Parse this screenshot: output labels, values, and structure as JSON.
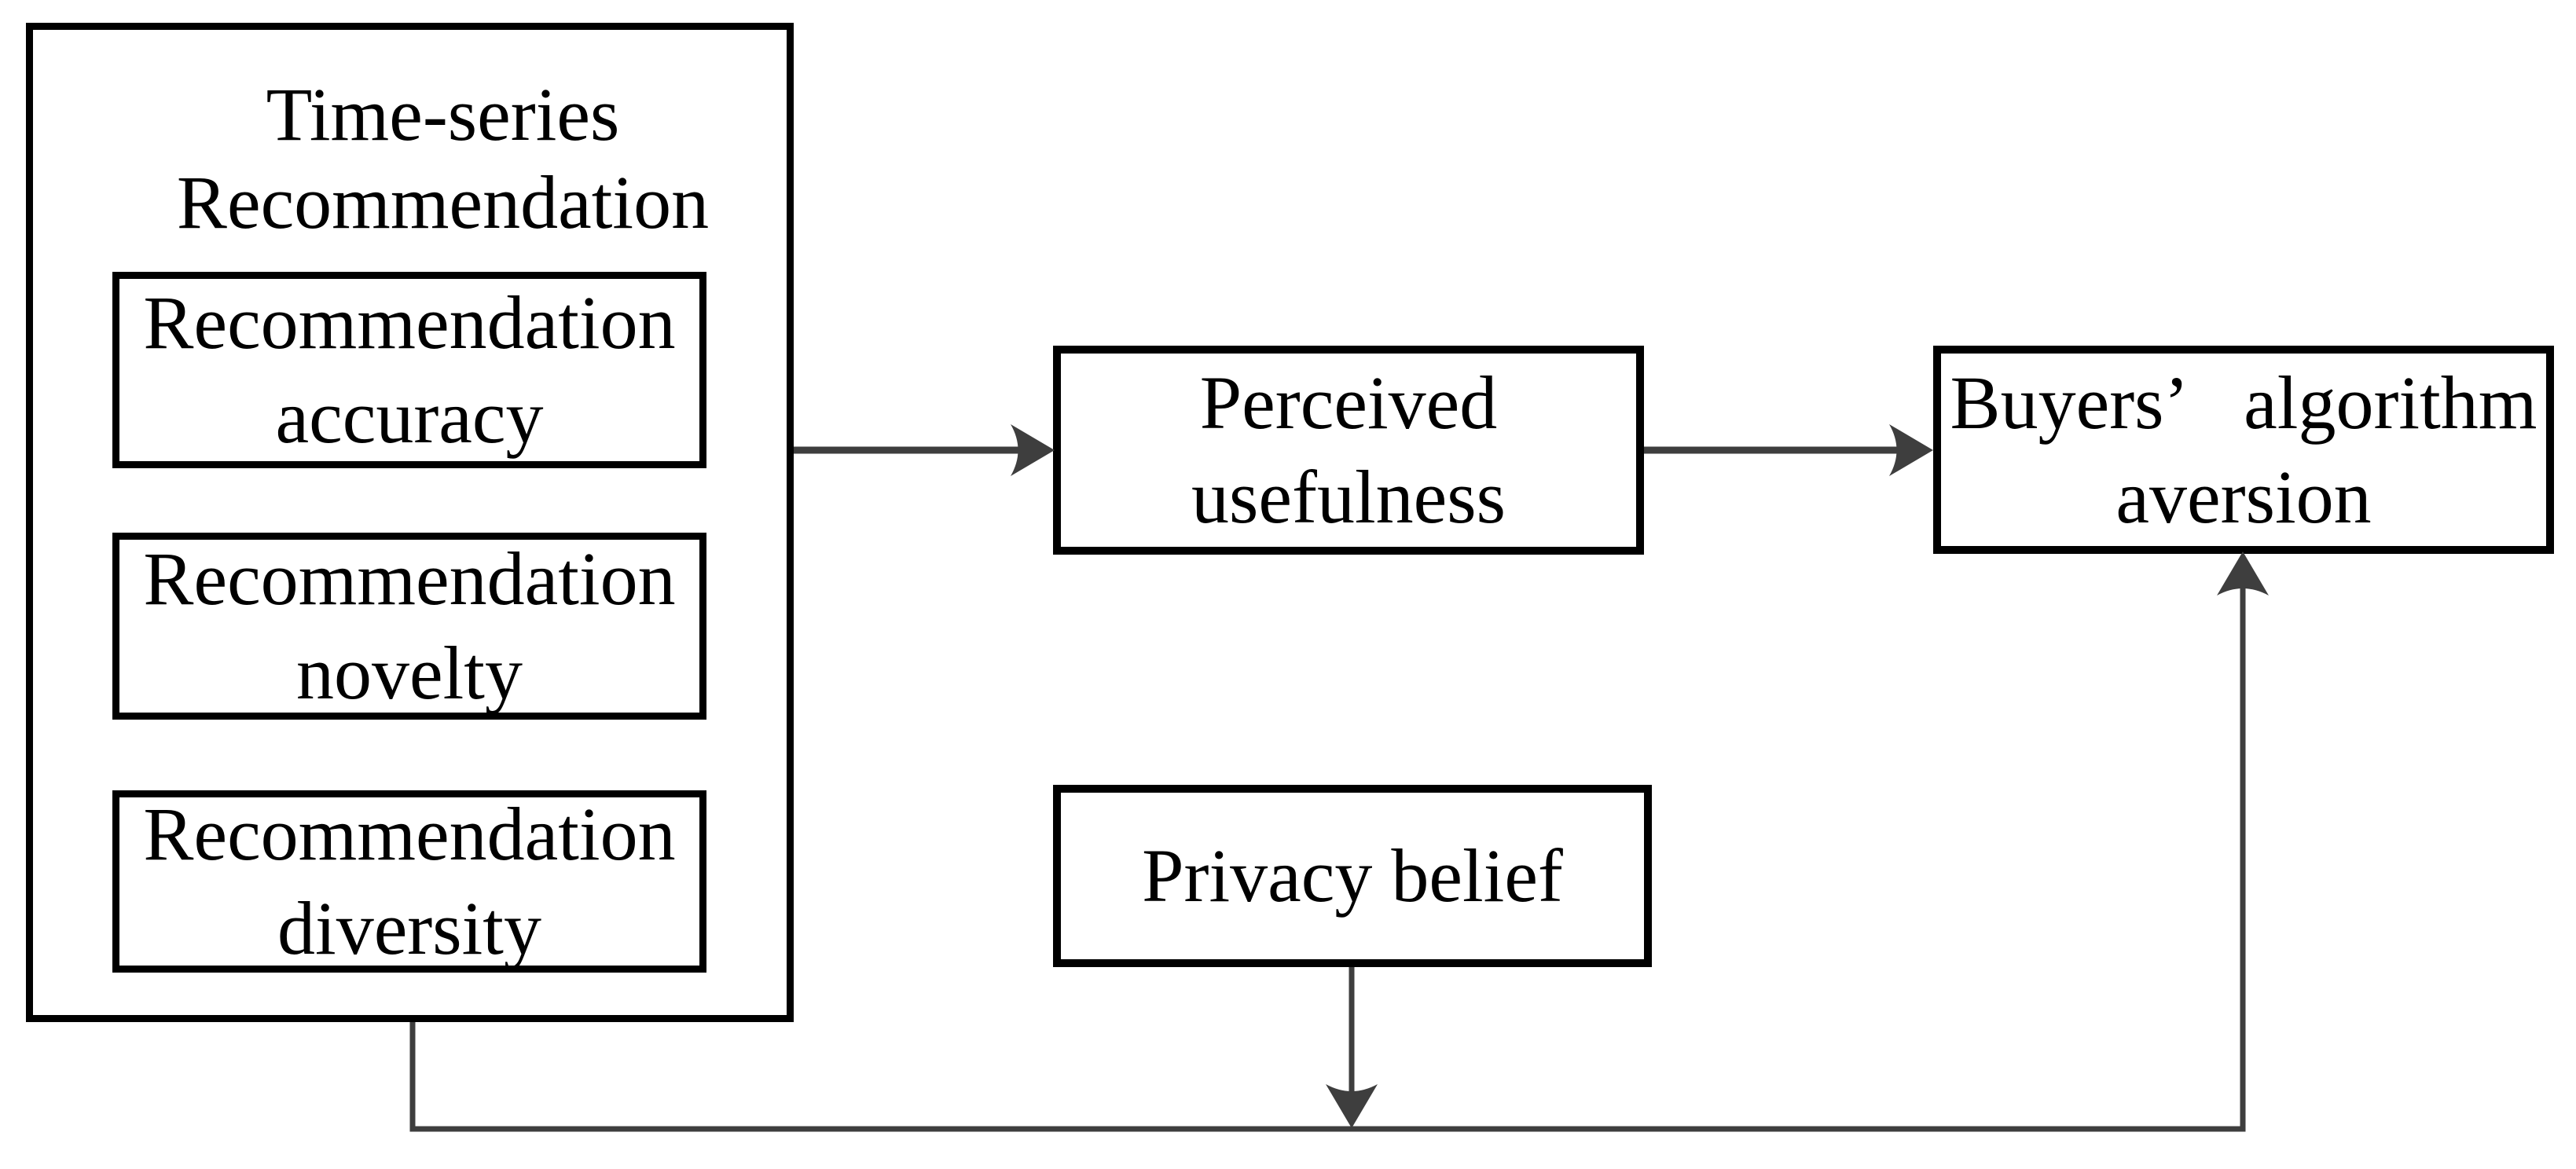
{
  "diagram": {
    "background_color": "#ffffff",
    "box_border_color": "#000000",
    "arrow_color": "#3e3e3e",
    "nodes": {
      "time_series_recommendation": {
        "role": "container",
        "lines": [
          "Time-series",
          "Recommendation"
        ]
      },
      "recommendation_accuracy": {
        "role": "sub-dimension",
        "lines": [
          "Recommendation",
          "accuracy"
        ]
      },
      "recommendation_novelty": {
        "role": "sub-dimension",
        "lines": [
          "Recommendation",
          "novelty"
        ]
      },
      "recommendation_diversity": {
        "role": "sub-dimension",
        "lines": [
          "Recommendation",
          "diversity"
        ]
      },
      "perceived_usefulness": {
        "role": "mediator",
        "lines": [
          "Perceived",
          "usefulness"
        ]
      },
      "buyers_algorithm_aversion": {
        "role": "outcome",
        "lines": [
          "Buyers’ algorithm",
          "aversion"
        ]
      },
      "privacy_belief": {
        "role": "moderator",
        "lines": [
          "Privacy belief"
        ]
      }
    },
    "edges": [
      {
        "from": "time_series_recommendation",
        "to": "perceived_usefulness",
        "style": "straight-arrow"
      },
      {
        "from": "perceived_usefulness",
        "to": "buyers_algorithm_aversion",
        "style": "straight-arrow"
      },
      {
        "from": "time_series_recommendation",
        "to": "buyers_algorithm_aversion",
        "style": "elbow-arrow-bottom"
      },
      {
        "from": "privacy_belief",
        "to": "path:time_series_recommendation->buyers_algorithm_aversion",
        "style": "moderation-arrow"
      }
    ]
  }
}
